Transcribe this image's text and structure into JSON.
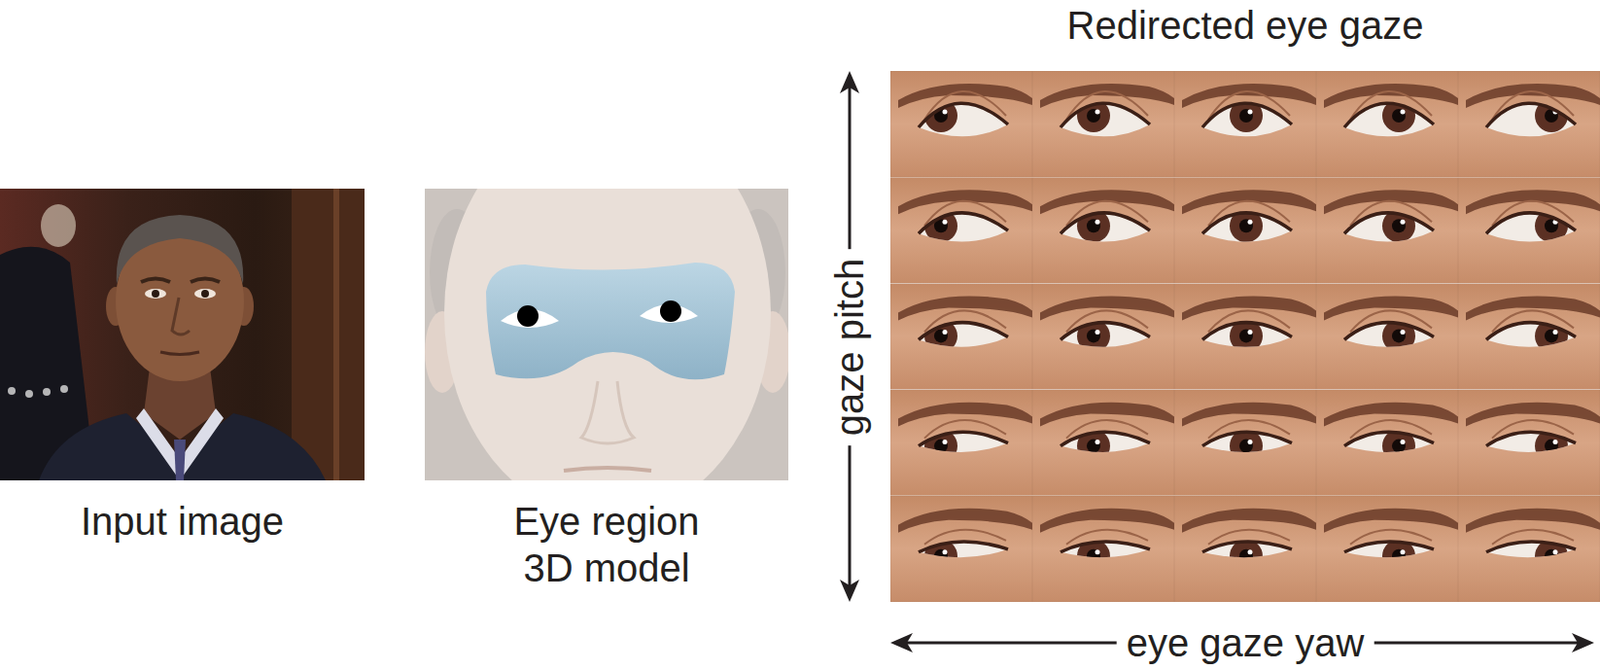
{
  "diagram": {
    "nodes": [
      {
        "text": [
          "Input image"
        ]
      },
      {
        "text": [
          "Eye region 3D model"
        ]
      },
      {
        "text": [
          "Redirected eye gaze"
        ]
      }
    ],
    "labels": [
      "gaze pitch",
      "eye gaze yaw"
    ]
  }
}
